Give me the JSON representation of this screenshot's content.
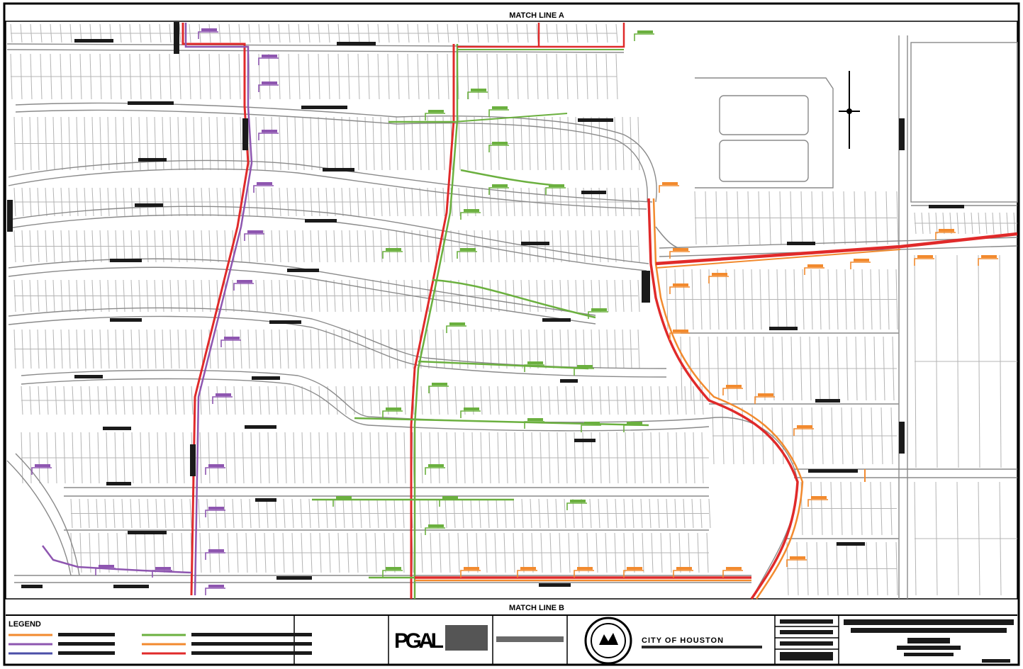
{
  "sheet": {
    "match_line_top": "MATCH LINE A",
    "match_line_bottom": "MATCH LINE B"
  },
  "legend": {
    "title": "LEGEND",
    "items": [
      {
        "color": "#f28a2e"
      },
      {
        "color": "#8e56b0"
      },
      {
        "color": "#4b4fa8"
      },
      {
        "color": "#6bb03f"
      },
      {
        "color": "#f28a2e"
      },
      {
        "color": "#e02a2a"
      }
    ]
  },
  "title_block": {
    "firm_logo": "PGAL",
    "city_name": "CITY OF HOUSTON",
    "seal_icon": "city-seal-icon"
  },
  "colors": {
    "orange": "#f28a2e",
    "purple": "#8e56b0",
    "green": "#6bb03f",
    "red": "#e02a2a",
    "street": "#8a8a8a",
    "lot": "#b4b4b4"
  }
}
